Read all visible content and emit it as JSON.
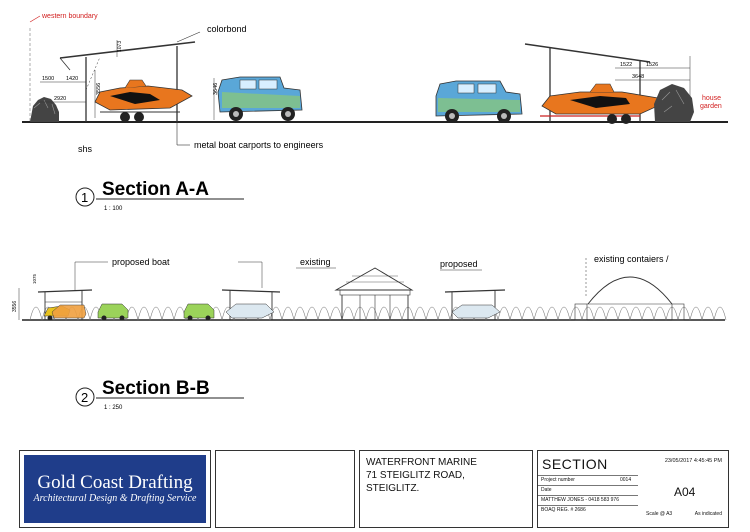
{
  "section_a": {
    "number": "1",
    "title": "Section A-A",
    "scale": "1 : 100",
    "labels": {
      "western_boundary": "western boundary",
      "colorbond": "colorbond",
      "shs": "shs",
      "carports": "metal boat carports to engineers",
      "house_garden_1": "house",
      "house_garden_2": "garden"
    },
    "dims": {
      "d1500": "1500",
      "d1420": "1420",
      "d2920": "2920",
      "d3556": "3556",
      "d3646": "3646",
      "d1522": "1522",
      "d1526": "1526",
      "d3648": "3648",
      "d1073": "1073"
    }
  },
  "section_b": {
    "number": "2",
    "title": "Section B-B",
    "scale": "1 : 250",
    "labels": {
      "proposed_boat": "proposed boat",
      "existing": "existing",
      "proposed": "proposed",
      "existing_containers": "existing contaiers /"
    },
    "dims": {
      "d3556": "3556",
      "d1075": "1075"
    }
  },
  "title_block": {
    "company_name": "Gold Coast Drafting",
    "company_sub": "Architectural Design & Drafting Service",
    "project_line1": "WATERFRONT MARINE",
    "project_line2": "71 STEIGLITZ ROAD,",
    "project_line3": "STEIGLITZ.",
    "sheet_title": "SECTION",
    "date_time": "23/05/2017 4:45:45 PM",
    "project_number_label": "Project number",
    "project_number": "0014",
    "date_label": "Date",
    "drawn_by": "MATTHEW JONES - 0418 583 976",
    "bsa_reg": "BOAQ REG. # 2686",
    "sheet_number": "A04",
    "scale_label": "Scale @ A3",
    "scale_value": "As indicated"
  },
  "colors": {
    "boat_orange": "#e8761e",
    "car_blue": "#5aa7d8",
    "car_green": "#9bd35a",
    "label_red": "#d22020",
    "logo_blue": "#1f3d8a"
  }
}
